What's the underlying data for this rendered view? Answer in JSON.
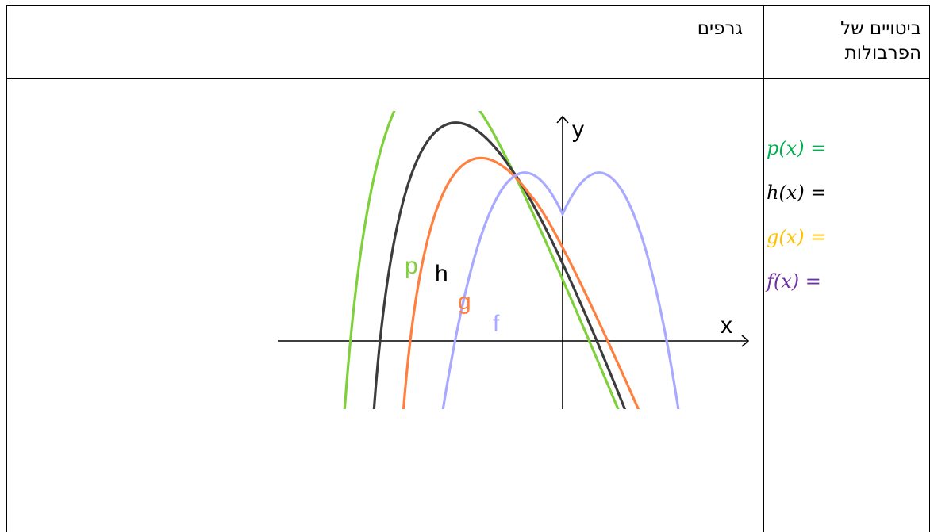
{
  "table": {
    "header_expressions": "ביטויים של הפרבולות",
    "header_graphs": "גרפים"
  },
  "expressions": [
    {
      "label": "p(x) =",
      "color": "#00b050"
    },
    {
      "label": "h(x) =",
      "color": "#000000"
    },
    {
      "label": "g(x) =",
      "color": "#ffc000"
    },
    {
      "label": "f(x) =",
      "color": "#7030a0"
    }
  ],
  "graph": {
    "x_axis_label": "x",
    "y_axis_label": "y",
    "curves": [
      {
        "name": "p",
        "color": "#7fd13b"
      },
      {
        "name": "h",
        "color": "#3c3c3c"
      },
      {
        "name": "g",
        "color": "#ff7f3f"
      },
      {
        "name": "f",
        "color": "#a9a9ff"
      }
    ]
  }
}
